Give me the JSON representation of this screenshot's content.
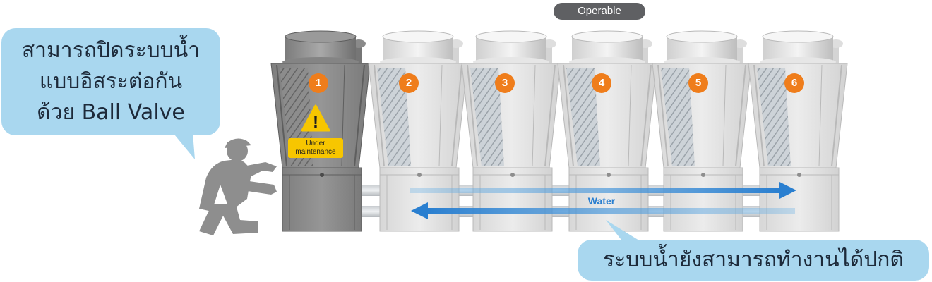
{
  "status_pill": "Operable",
  "left_callout": {
    "lines": [
      "สามารถปิดระบบน้ำ",
      "แบบอิสระต่อกัน",
      "ด้วย Ball Valve"
    ]
  },
  "right_callout": "ระบบน้ำยังสามารถทำงานได้ปกติ",
  "units": [
    "1",
    "2",
    "3",
    "4",
    "5",
    "6"
  ],
  "maintenance_label": "Under maintenance",
  "maintenance_lines": [
    "Under",
    "maintenance"
  ],
  "warning_glyph": "!",
  "water_label": "Water",
  "icons": [
    "warning-icon",
    "technician-icon",
    "arrow-right-icon",
    "arrow-left-icon"
  ],
  "colors": {
    "accent_orange": "#ef7d1b",
    "callout_blue": "#a9d7ef",
    "water_blue": "#2a7fd0",
    "warning_yellow": "#f7c600",
    "maintenance_unit": "#8a8a8a",
    "operable_unit": "#e3e3e3"
  }
}
